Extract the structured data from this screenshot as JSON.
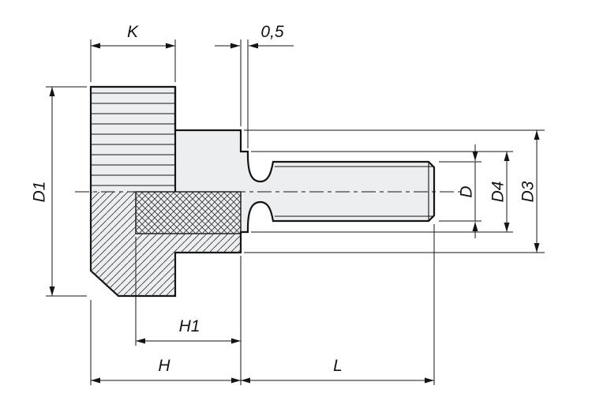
{
  "drawing": {
    "type": "engineering-drawing",
    "subject": "knurled thumb screw, side view with half section",
    "labels": {
      "k": "K",
      "offset": "0,5",
      "d1": "D1",
      "d": "D",
      "d4": "D4",
      "d3": "D3",
      "h1": "H1",
      "h": "H",
      "l": "L"
    },
    "colors": {
      "line": "#141414",
      "part_fill": "#eceef0",
      "background": "#ffffff"
    }
  }
}
